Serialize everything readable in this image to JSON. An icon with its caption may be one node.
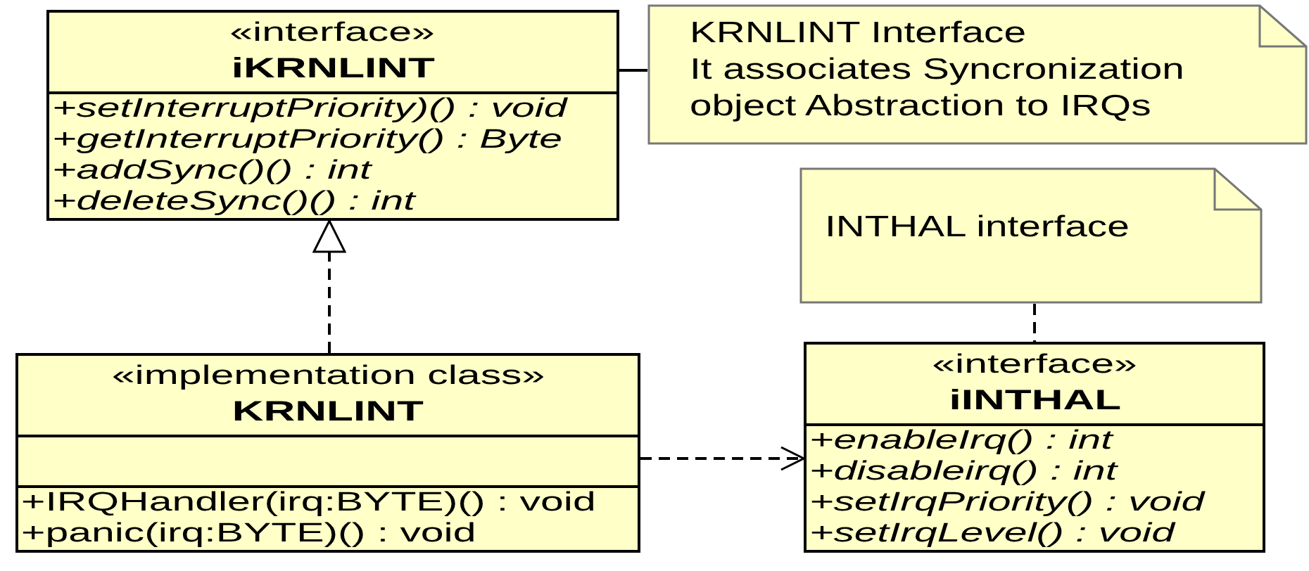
{
  "diagram": {
    "nodes": [
      {
        "text": [
          "«interface»",
          "iKRNLINT",
          "+setInterruptPriority)() : void",
          "+getInterruptPriority() : Byte",
          "+addSync()() : int",
          "+deleteSync()() : int"
        ]
      },
      {
        "text": [
          "KRNLINT Interface",
          "It associates Syncronization object Abstraction to IRQs"
        ]
      },
      {
        "text": [
          "INTHAL interface"
        ]
      },
      {
        "text": [
          "«implementation class»",
          "KRNLINT",
          "+IRQHandler(irq:BYTE)() : void",
          "+panic(irq:BYTE)() : void"
        ]
      },
      {
        "text": [
          "«interface»",
          "iINTHAL",
          "+enableIrq() : int",
          "+disableirq() : int",
          "+setIrqPriority() : void",
          "+setIrqLevel() : void"
        ]
      }
    ],
    "edges": [
      {
        "from": 0,
        "to": 1,
        "arrow": "none"
      },
      {
        "from": 3,
        "to": 0,
        "arrow": "to",
        "style": "dashed"
      },
      {
        "from": 3,
        "to": 4,
        "arrow": "to",
        "style": "dashed"
      },
      {
        "from": 2,
        "to": 4,
        "arrow": "none",
        "style": "dashed"
      }
    ]
  }
}
